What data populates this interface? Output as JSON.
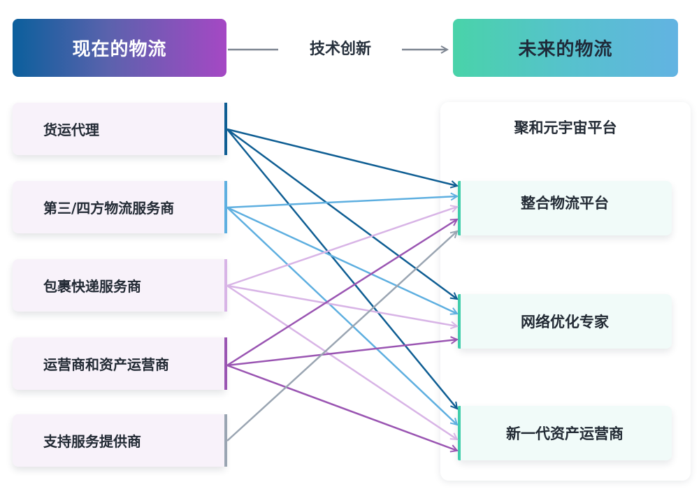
{
  "header": {
    "current": "现在的物流",
    "innovation": "技术创新",
    "future": "未来的物流"
  },
  "sources": [
    {
      "label": "货运代理",
      "color": "#0f5e93"
    },
    {
      "label": "第三/四方物流服务商",
      "color": "#5eafe0"
    },
    {
      "label": "包裹快递服务商",
      "color": "#d8b4e6"
    },
    {
      "label": "运营商和资产运营商",
      "color": "#9a55b2"
    },
    {
      "label": "支持服务提供商",
      "color": "#9aa5b2"
    }
  ],
  "platform": {
    "title": "聚和元宇宙平台",
    "targets": [
      "整合物流平台",
      "网络优化专家",
      "新一代资产运营商"
    ],
    "accent": "#40cdaa"
  },
  "connections": [
    {
      "from": 0,
      "to": [
        0,
        1,
        2
      ]
    },
    {
      "from": 1,
      "to": [
        0,
        1,
        2
      ]
    },
    {
      "from": 2,
      "to": [
        0,
        1,
        2
      ]
    },
    {
      "from": 3,
      "to": [
        0,
        1,
        2
      ]
    },
    {
      "from": 4,
      "to": [
        0
      ]
    }
  ],
  "colors": {
    "arrow_gray": "#7d8591"
  }
}
